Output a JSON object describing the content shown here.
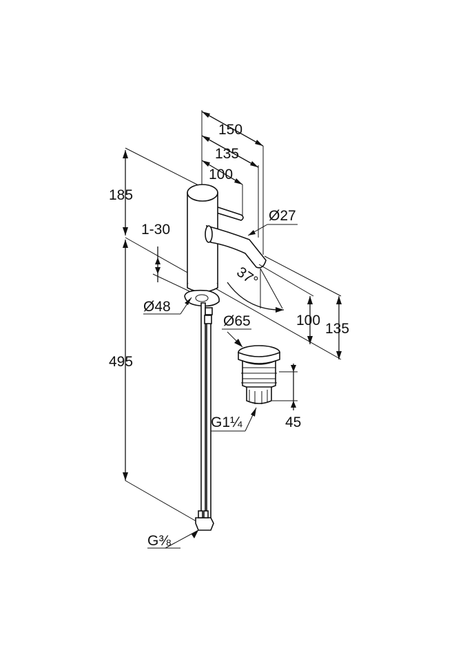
{
  "drawing": {
    "dimensions": {
      "width_150": "150",
      "width_135": "135",
      "width_100": "100",
      "height_185": "185",
      "adjust_1_30": "1-30",
      "spout_dia": "Ø27",
      "angle": "37°",
      "base_dia": "Ø48",
      "height_495": "495",
      "spout_100": "100",
      "spout_135": "135",
      "waste_dia": "Ø65",
      "waste_thread": "G1¼",
      "waste_45": "45",
      "hose_thread": "G⅜"
    }
  }
}
